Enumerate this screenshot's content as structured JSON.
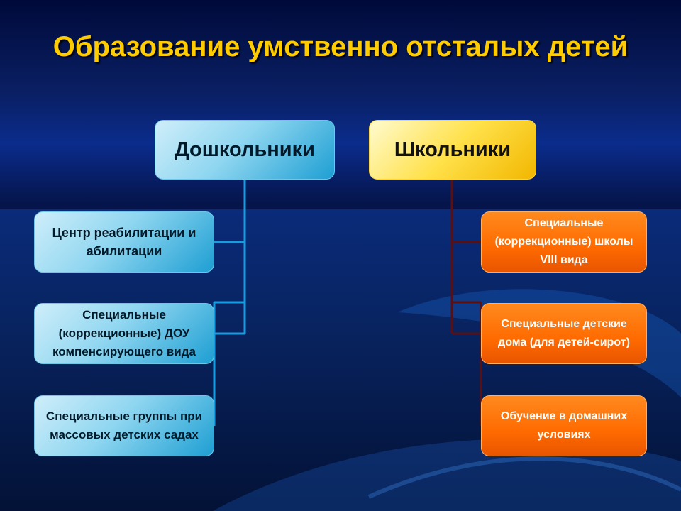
{
  "title": "Образование умственно отсталых детей",
  "columns": {
    "left": {
      "header": "Дошкольники",
      "items": [
        "Центр реабилитации и абилитации",
        "Специальные (коррекционные) ДОУ компенсирующего вида",
        "Специальные группы при массовых детских садах"
      ]
    },
    "right": {
      "header": "Школьники",
      "items": [
        "Специальные (коррекционные) школы VIII вида",
        "Специальные детские дома (для детей-сирот)",
        "Обучение в домашних условиях"
      ]
    }
  },
  "colors": {
    "title": "#ffcc00",
    "left_header": "#1e9fd3",
    "right_header": "#ffe14a",
    "right_items": "#ff6a00",
    "left_connector": "#1a9be0",
    "right_connector": "#5a0f12"
  }
}
